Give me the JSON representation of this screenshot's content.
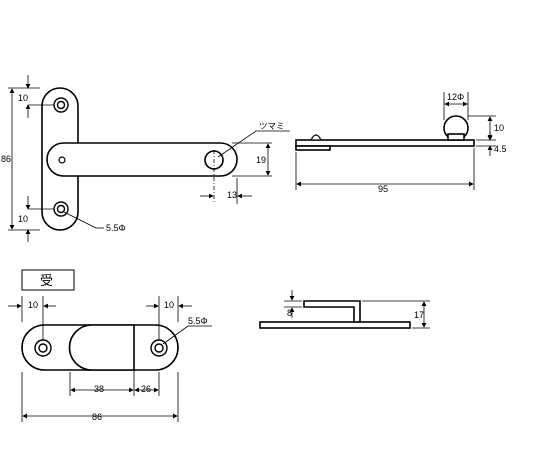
{
  "top_view": {
    "dims": {
      "left_height": "86",
      "top_hole_offset": "10",
      "bottom_hole_offset": "10",
      "hole_dia": "5.5Φ",
      "knob_label": "ツマミ",
      "arm_width": "19",
      "knob_offset": "13"
    }
  },
  "side_view": {
    "dims": {
      "knob_dia": "12Φ",
      "knob_height": "10",
      "plate_thickness": "4.5",
      "length": "95"
    }
  },
  "receiver": {
    "label": "受",
    "dims": {
      "left_hole_offset": "10",
      "right_hole_offset": "10",
      "hole_dia": "5.5Φ",
      "slot_width": "38",
      "slot_to_hole": "26",
      "total_length": "86",
      "inner_height": "8",
      "total_height": "17"
    }
  }
}
